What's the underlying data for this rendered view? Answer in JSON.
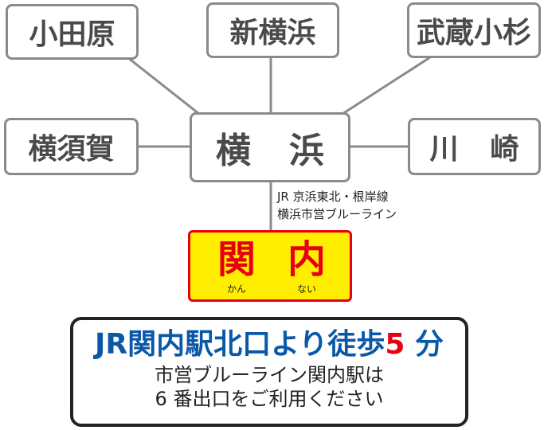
{
  "stations": {
    "odawara": "小田原",
    "shin_yokohama": "新横浜",
    "musashi_kosugi": "武蔵小杉",
    "yokosuka": "横須賀",
    "yokohama": "横浜",
    "kawasaki": "川崎"
  },
  "lines": {
    "line1": "JR 京浜東北・根岸線",
    "line2": "横浜市営ブルーライン"
  },
  "destination": {
    "char1": "関",
    "char2": "内",
    "ruby1": "かん",
    "ruby2": "ない"
  },
  "info": {
    "walk_prefix": "JR関内駅北口より徒歩",
    "walk_minutes": "5",
    "walk_suffix": " 分",
    "note_line1": "市営ブルーライン関内駅は",
    "note_line2": "6 番出口をご利用ください"
  },
  "colors": {
    "station_border": "#8a8a8a",
    "accent_red": "#e60012",
    "accent_yellow": "#ffee00",
    "accent_blue": "#0a58a8"
  }
}
